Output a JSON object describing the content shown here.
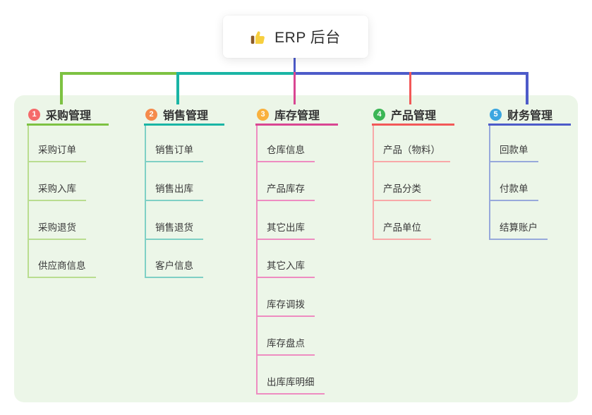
{
  "root": {
    "title": "ERP 后台",
    "icon": "thumbs-up-icon"
  },
  "branches": [
    {
      "index": "1",
      "label": "采购管理",
      "badge_color": "#f56a6a",
      "line_color": "#7dc242",
      "child_line_color": "#b9dd90",
      "children": [
        "采购订单",
        "采购入库",
        "采购退货",
        "供应商信息"
      ]
    },
    {
      "index": "2",
      "label": "销售管理",
      "badge_color": "#f58a4b",
      "line_color": "#1ab5a5",
      "child_line_color": "#7fd0c5",
      "children": [
        "销售订单",
        "销售出库",
        "销售退货",
        "客户信息"
      ]
    },
    {
      "index": "3",
      "label": "库存管理",
      "badge_color": "#f9b13e",
      "line_color": "#d94692",
      "child_line_color": "#ee8cc1",
      "children": [
        "仓库信息",
        "产品库存",
        "其它出库",
        "其它入库",
        "库存调拨",
        "库存盘点",
        "出库库明细"
      ]
    },
    {
      "index": "4",
      "label": "产品管理",
      "badge_color": "#3bb655",
      "line_color": "#f25858",
      "child_line_color": "#f8a8a8",
      "children": [
        "产品（物料）",
        "产品分类",
        "产品单位"
      ]
    },
    {
      "index": "5",
      "label": "财务管理",
      "badge_color": "#3ba6e0",
      "line_color": "#4d5bc9",
      "child_line_color": "#97a9db",
      "children": [
        "回款单",
        "付款单",
        "结算账户"
      ]
    }
  ],
  "connector": {
    "root_line_color": "#4d5bc9"
  },
  "canvas": {
    "background": "#ffffff",
    "panel_background": "#ecf6e8"
  }
}
